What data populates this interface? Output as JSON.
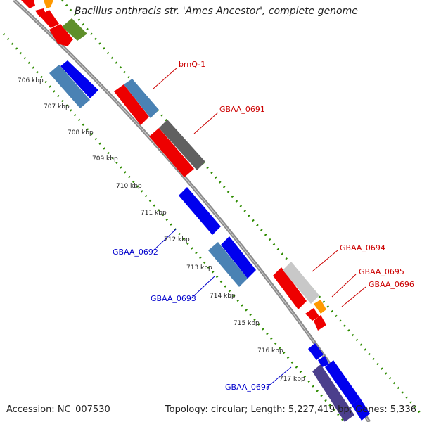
{
  "title": "Bacillus anthracis str. 'Ames Ancestor', complete genome",
  "accession": "Accession: NC_007530",
  "topology": "Topology: circular; Length: 5,227,419 bp; Genes: 5,336",
  "ruler": {
    "unit": "kbp",
    "ticks": [
      "706 kbp",
      "707 kbp",
      "708 kbp",
      "709 kbp",
      "710 kbp",
      "711 kbp",
      "712 kbp",
      "713 kbp",
      "714 kbp",
      "715 kbp",
      "716 kbp",
      "717 kbp"
    ]
  },
  "genes": [
    {
      "label": "brnQ-1",
      "color": "#cc0000"
    },
    {
      "label": "GBAA_0691",
      "color": "#cc0000"
    },
    {
      "label": "GBAA_0692",
      "color": "#0000cc"
    },
    {
      "label": "GBAA_0693",
      "color": "#0000cc"
    },
    {
      "label": "GBAA_0694",
      "color": "#cc0000"
    },
    {
      "label": "GBAA_0695",
      "color": "#cc0000"
    },
    {
      "label": "GBAA_0696",
      "color": "#cc0000"
    },
    {
      "label": "GBAA_0697",
      "color": "#0000cc"
    }
  ],
  "colors": {
    "backbone": "#8c8c8c",
    "dotted_track": "#2e8b00",
    "forward_red": "#ee0000",
    "reverse_blue": "#0000ee",
    "steelblue": "#4a82b4",
    "dark_gray": "#606060",
    "light_gray": "#c8c8c8",
    "orange": "#ff9900",
    "olive": "#5f8f2a",
    "navy": "#4b3f8c"
  }
}
